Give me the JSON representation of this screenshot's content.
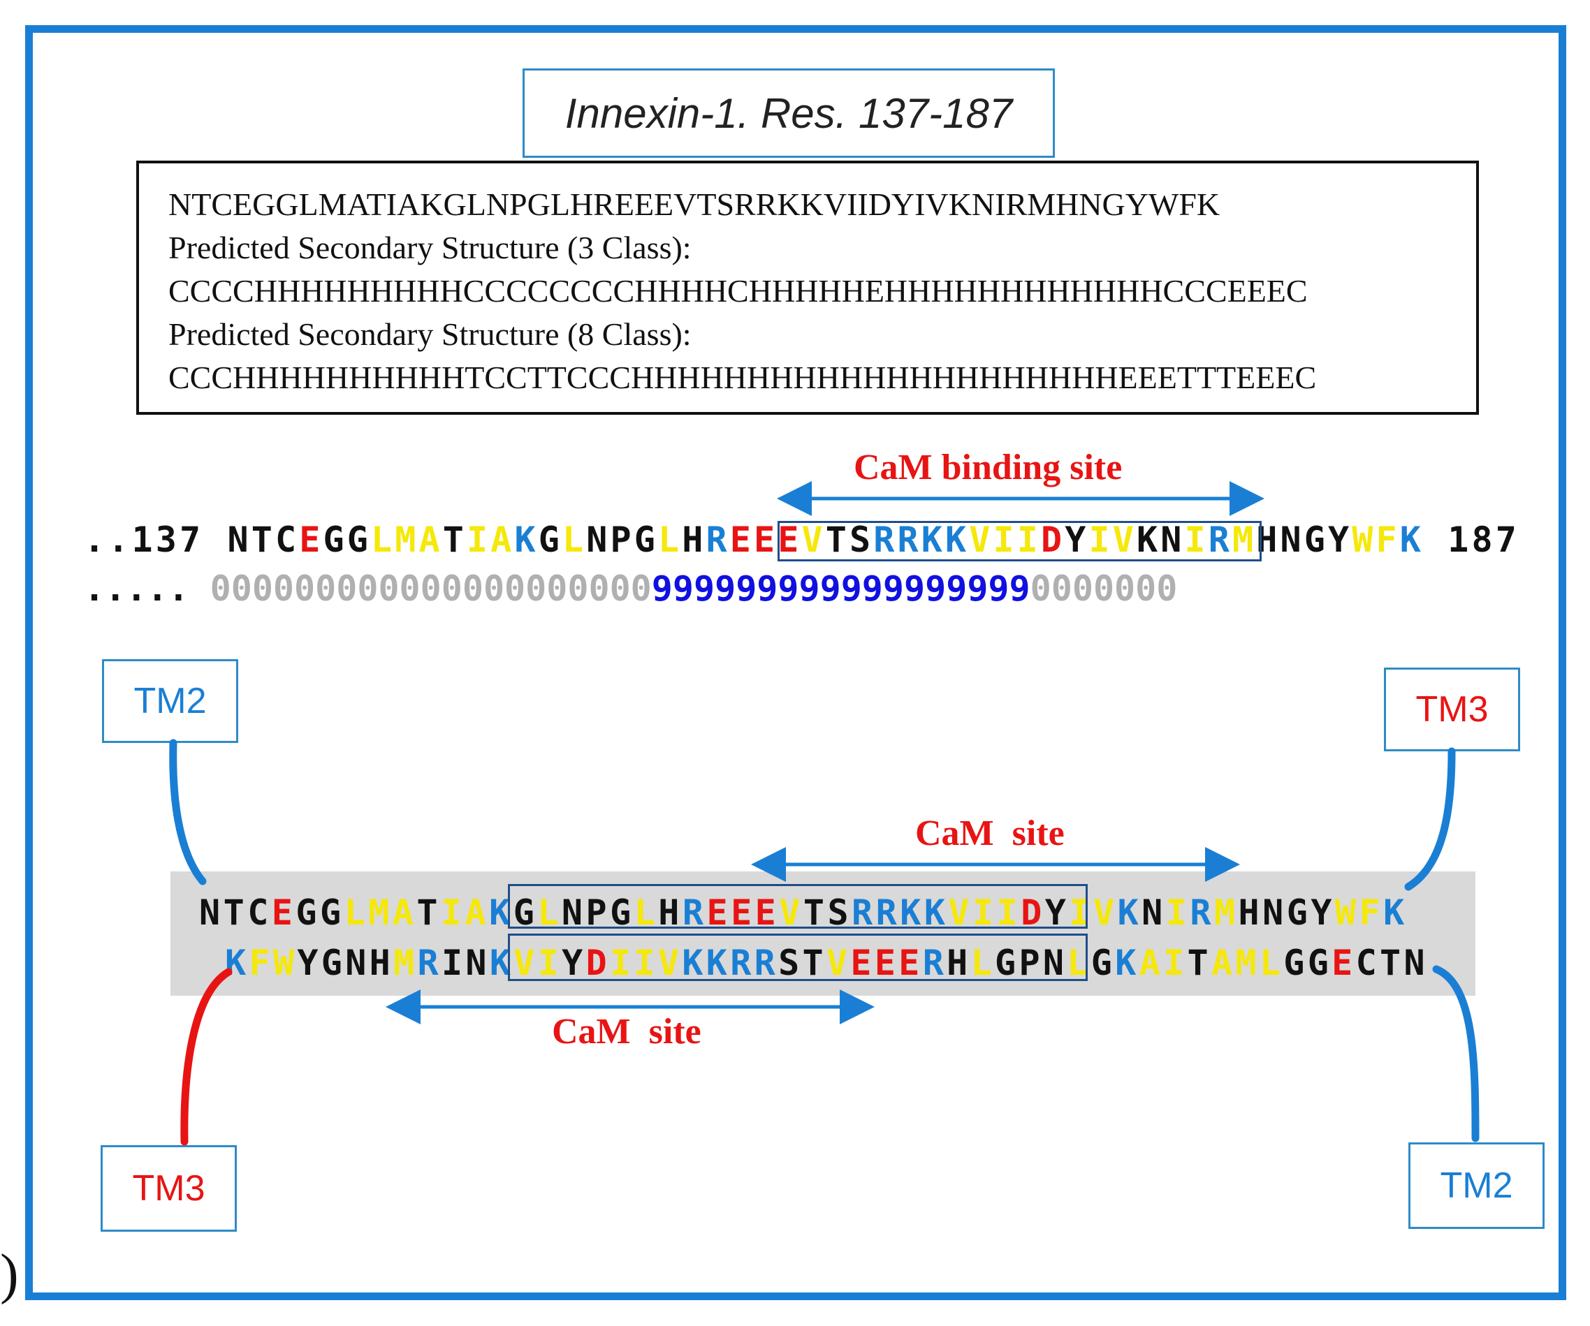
{
  "title": "Innexin-1. Res. 137-187",
  "prediction": {
    "sequence": "NTCEGGLMATIAKGLNPGLHREEEVTSRRKKVIIDYIVKNIRMHNGYWFK",
    "label3": "Predicted Secondary Structure (3 Class):",
    "ss3": "CCCCHHHHHHHHHCCCCCCCCHHHHCHHHHHEHHHHHHHHHHHHCCCEEEC",
    "label8": "Predicted Secondary Structure (8 Class):",
    "ss8": "CCCHHHHHHHHHHTCCTTCCCHHHHHHHHHHHHHHHHHHHHHEEETTTEEEC"
  },
  "binding": {
    "label": "CaM binding site",
    "prefix": "..137 ",
    "suffix": " 187",
    "score_prefix": ".....",
    "scores_left": "000000000000000000000",
    "scores_mid": "999999999999999999",
    "scores_right": "0000000",
    "sequence": [
      [
        "N",
        "k"
      ],
      [
        "T",
        "k"
      ],
      [
        "C",
        "k"
      ],
      [
        "E",
        "r"
      ],
      [
        "G",
        "k"
      ],
      [
        "G",
        "k"
      ],
      [
        "L",
        "y"
      ],
      [
        "M",
        "y"
      ],
      [
        "A",
        "y"
      ],
      [
        "T",
        "k"
      ],
      [
        "I",
        "y"
      ],
      [
        "A",
        "y"
      ],
      [
        "K",
        "b"
      ],
      [
        "G",
        "k"
      ],
      [
        "L",
        "y"
      ],
      [
        "N",
        "k"
      ],
      [
        "P",
        "k"
      ],
      [
        "G",
        "k"
      ],
      [
        "L",
        "y"
      ],
      [
        "H",
        "k"
      ],
      [
        "R",
        "b"
      ],
      [
        "E",
        "r"
      ],
      [
        "E",
        "r"
      ],
      [
        "E",
        "r"
      ],
      [
        "V",
        "y"
      ],
      [
        "T",
        "k"
      ],
      [
        "S",
        "k"
      ],
      [
        "R",
        "b"
      ],
      [
        "R",
        "b"
      ],
      [
        "K",
        "b"
      ],
      [
        "K",
        "b"
      ],
      [
        "V",
        "y"
      ],
      [
        "I",
        "y"
      ],
      [
        "I",
        "y"
      ],
      [
        "D",
        "r"
      ],
      [
        "Y",
        "k"
      ],
      [
        "I",
        "y"
      ],
      [
        "V",
        "y"
      ],
      [
        "K",
        "k"
      ],
      [
        "N",
        "k"
      ],
      [
        "I",
        "y"
      ],
      [
        "R",
        "b"
      ],
      [
        "M",
        "y"
      ],
      [
        "H",
        "k"
      ],
      [
        "N",
        "k"
      ],
      [
        "G",
        "k"
      ],
      [
        "Y",
        "k"
      ],
      [
        "W",
        "y"
      ],
      [
        "F",
        "y"
      ],
      [
        "K",
        "b"
      ]
    ]
  },
  "hairpin": {
    "upper_label": "CaM  site",
    "lower_label": "CaM  site",
    "top_row": [
      [
        "N",
        "k"
      ],
      [
        "T",
        "k"
      ],
      [
        "C",
        "k"
      ],
      [
        "E",
        "r"
      ],
      [
        "G",
        "k"
      ],
      [
        "G",
        "k"
      ],
      [
        "L",
        "y"
      ],
      [
        "M",
        "y"
      ],
      [
        "A",
        "y"
      ],
      [
        "T",
        "k"
      ],
      [
        "I",
        "y"
      ],
      [
        "A",
        "y"
      ],
      [
        "K",
        "b"
      ],
      [
        "G",
        "k"
      ],
      [
        "L",
        "y"
      ],
      [
        "N",
        "k"
      ],
      [
        "P",
        "k"
      ],
      [
        "G",
        "k"
      ],
      [
        "L",
        "y"
      ],
      [
        "H",
        "k"
      ],
      [
        "R",
        "b"
      ],
      [
        "E",
        "r"
      ],
      [
        "E",
        "r"
      ],
      [
        "E",
        "r"
      ],
      [
        "V",
        "y"
      ],
      [
        "T",
        "k"
      ],
      [
        "S",
        "k"
      ],
      [
        "R",
        "b"
      ],
      [
        "R",
        "b"
      ],
      [
        "K",
        "b"
      ],
      [
        "K",
        "b"
      ],
      [
        "V",
        "y"
      ],
      [
        "I",
        "y"
      ],
      [
        "I",
        "y"
      ],
      [
        "D",
        "r"
      ],
      [
        "Y",
        "k"
      ],
      [
        "I",
        "y"
      ],
      [
        "V",
        "y"
      ],
      [
        "K",
        "b"
      ],
      [
        "N",
        "k"
      ],
      [
        "I",
        "y"
      ],
      [
        "R",
        "b"
      ],
      [
        "M",
        "y"
      ],
      [
        "H",
        "k"
      ],
      [
        "N",
        "k"
      ],
      [
        "G",
        "k"
      ],
      [
        "Y",
        "k"
      ],
      [
        "W",
        "y"
      ],
      [
        "F",
        "y"
      ],
      [
        "K",
        "b"
      ]
    ],
    "bottom_row": [
      [
        "K",
        "b"
      ],
      [
        "F",
        "y"
      ],
      [
        "W",
        "y"
      ],
      [
        "Y",
        "k"
      ],
      [
        "G",
        "k"
      ],
      [
        "N",
        "k"
      ],
      [
        "H",
        "k"
      ],
      [
        "M",
        "y"
      ],
      [
        "R",
        "b"
      ],
      [
        "I",
        "k"
      ],
      [
        "N",
        "k"
      ],
      [
        "K",
        "b"
      ],
      [
        "V",
        "y"
      ],
      [
        "I",
        "y"
      ],
      [
        "Y",
        "k"
      ],
      [
        "D",
        "r"
      ],
      [
        "I",
        "y"
      ],
      [
        "I",
        "y"
      ],
      [
        "V",
        "y"
      ],
      [
        "K",
        "b"
      ],
      [
        "K",
        "b"
      ],
      [
        "R",
        "b"
      ],
      [
        "R",
        "b"
      ],
      [
        "S",
        "k"
      ],
      [
        "T",
        "k"
      ],
      [
        "V",
        "y"
      ],
      [
        "E",
        "r"
      ],
      [
        "E",
        "r"
      ],
      [
        "E",
        "r"
      ],
      [
        "R",
        "b"
      ],
      [
        "H",
        "k"
      ],
      [
        "L",
        "y"
      ],
      [
        "G",
        "k"
      ],
      [
        "P",
        "k"
      ],
      [
        "N",
        "k"
      ],
      [
        "L",
        "y"
      ],
      [
        "G",
        "k"
      ],
      [
        "K",
        "b"
      ],
      [
        "A",
        "y"
      ],
      [
        "I",
        "y"
      ],
      [
        "T",
        "k"
      ],
      [
        "A",
        "y"
      ],
      [
        "M",
        "y"
      ],
      [
        "L",
        "y"
      ],
      [
        "G",
        "k"
      ],
      [
        "G",
        "k"
      ],
      [
        "E",
        "r"
      ],
      [
        "C",
        "k"
      ],
      [
        "T",
        "k"
      ],
      [
        "N",
        "k"
      ]
    ]
  },
  "tm_labels": {
    "top_left": "TM2",
    "top_right": "TM3",
    "bottom_left": "TM3",
    "bottom_right": "TM2"
  },
  "colors": {
    "frame": "#1a7fd4",
    "hydrophobic": "#f5e80a",
    "acidic": "#e81414",
    "basic": "#1a7fd4",
    "tm2_connector": "#1a7fd4",
    "tm3_connector": "#e81414"
  },
  "stray_glyph": ")"
}
